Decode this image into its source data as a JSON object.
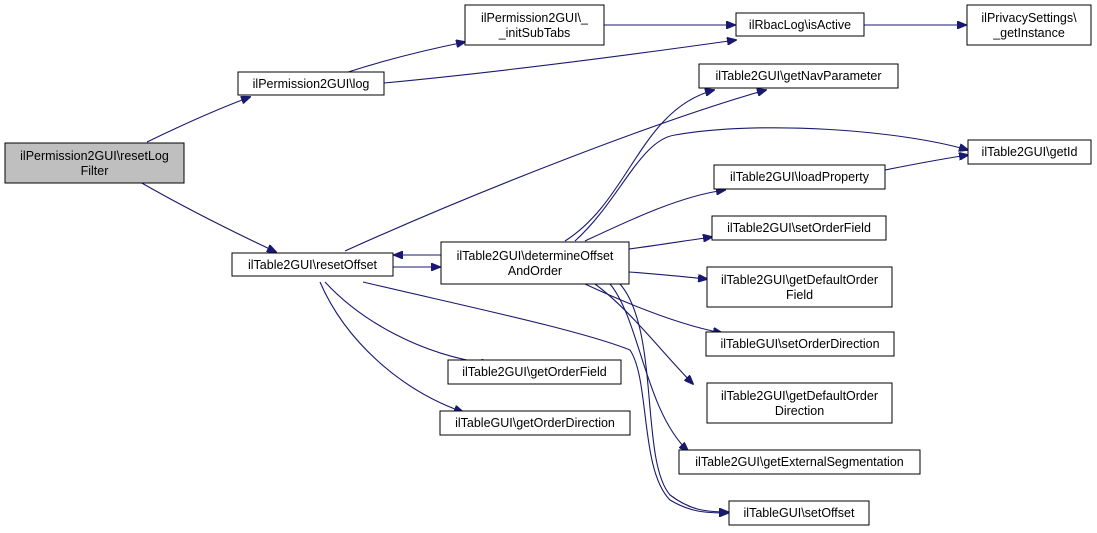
{
  "nodes": {
    "resetLogFilter": [
      "ilPermission2GUI\\resetLog",
      "Filter"
    ],
    "log": [
      "ilPermission2GUI\\log"
    ],
    "initSubTabs": [
      "ilPermission2GUI\\_",
      "_initSubTabs"
    ],
    "isActive": [
      "ilRbacLog\\isActive"
    ],
    "getInstance": [
      "ilPrivacySettings\\",
      "_getInstance"
    ],
    "resetOffset": [
      "ilTable2GUI\\resetOffset"
    ],
    "determine": [
      "ilTable2GUI\\determineOffset",
      "AndOrder"
    ],
    "getNavParameter": [
      "ilTable2GUI\\getNavParameter"
    ],
    "getId": [
      "ilTable2GUI\\getId"
    ],
    "loadProperty": [
      "ilTable2GUI\\loadProperty"
    ],
    "setOrderField": [
      "ilTable2GUI\\setOrderField"
    ],
    "getDefaultOrderField": [
      "ilTable2GUI\\getDefaultOrder",
      "Field"
    ],
    "setOrderDirection": [
      "ilTableGUI\\setOrderDirection"
    ],
    "getDefaultOrderDirection": [
      "ilTable2GUI\\getDefaultOrder",
      "Direction"
    ],
    "getExternalSegmentation": [
      "ilTable2GUI\\getExternalSegmentation"
    ],
    "setOffset": [
      "ilTableGUI\\setOffset"
    ],
    "getOrderField": [
      "ilTable2GUI\\getOrderField"
    ],
    "getOrderDirection": [
      "ilTableGUI\\getOrderDirection"
    ]
  }
}
